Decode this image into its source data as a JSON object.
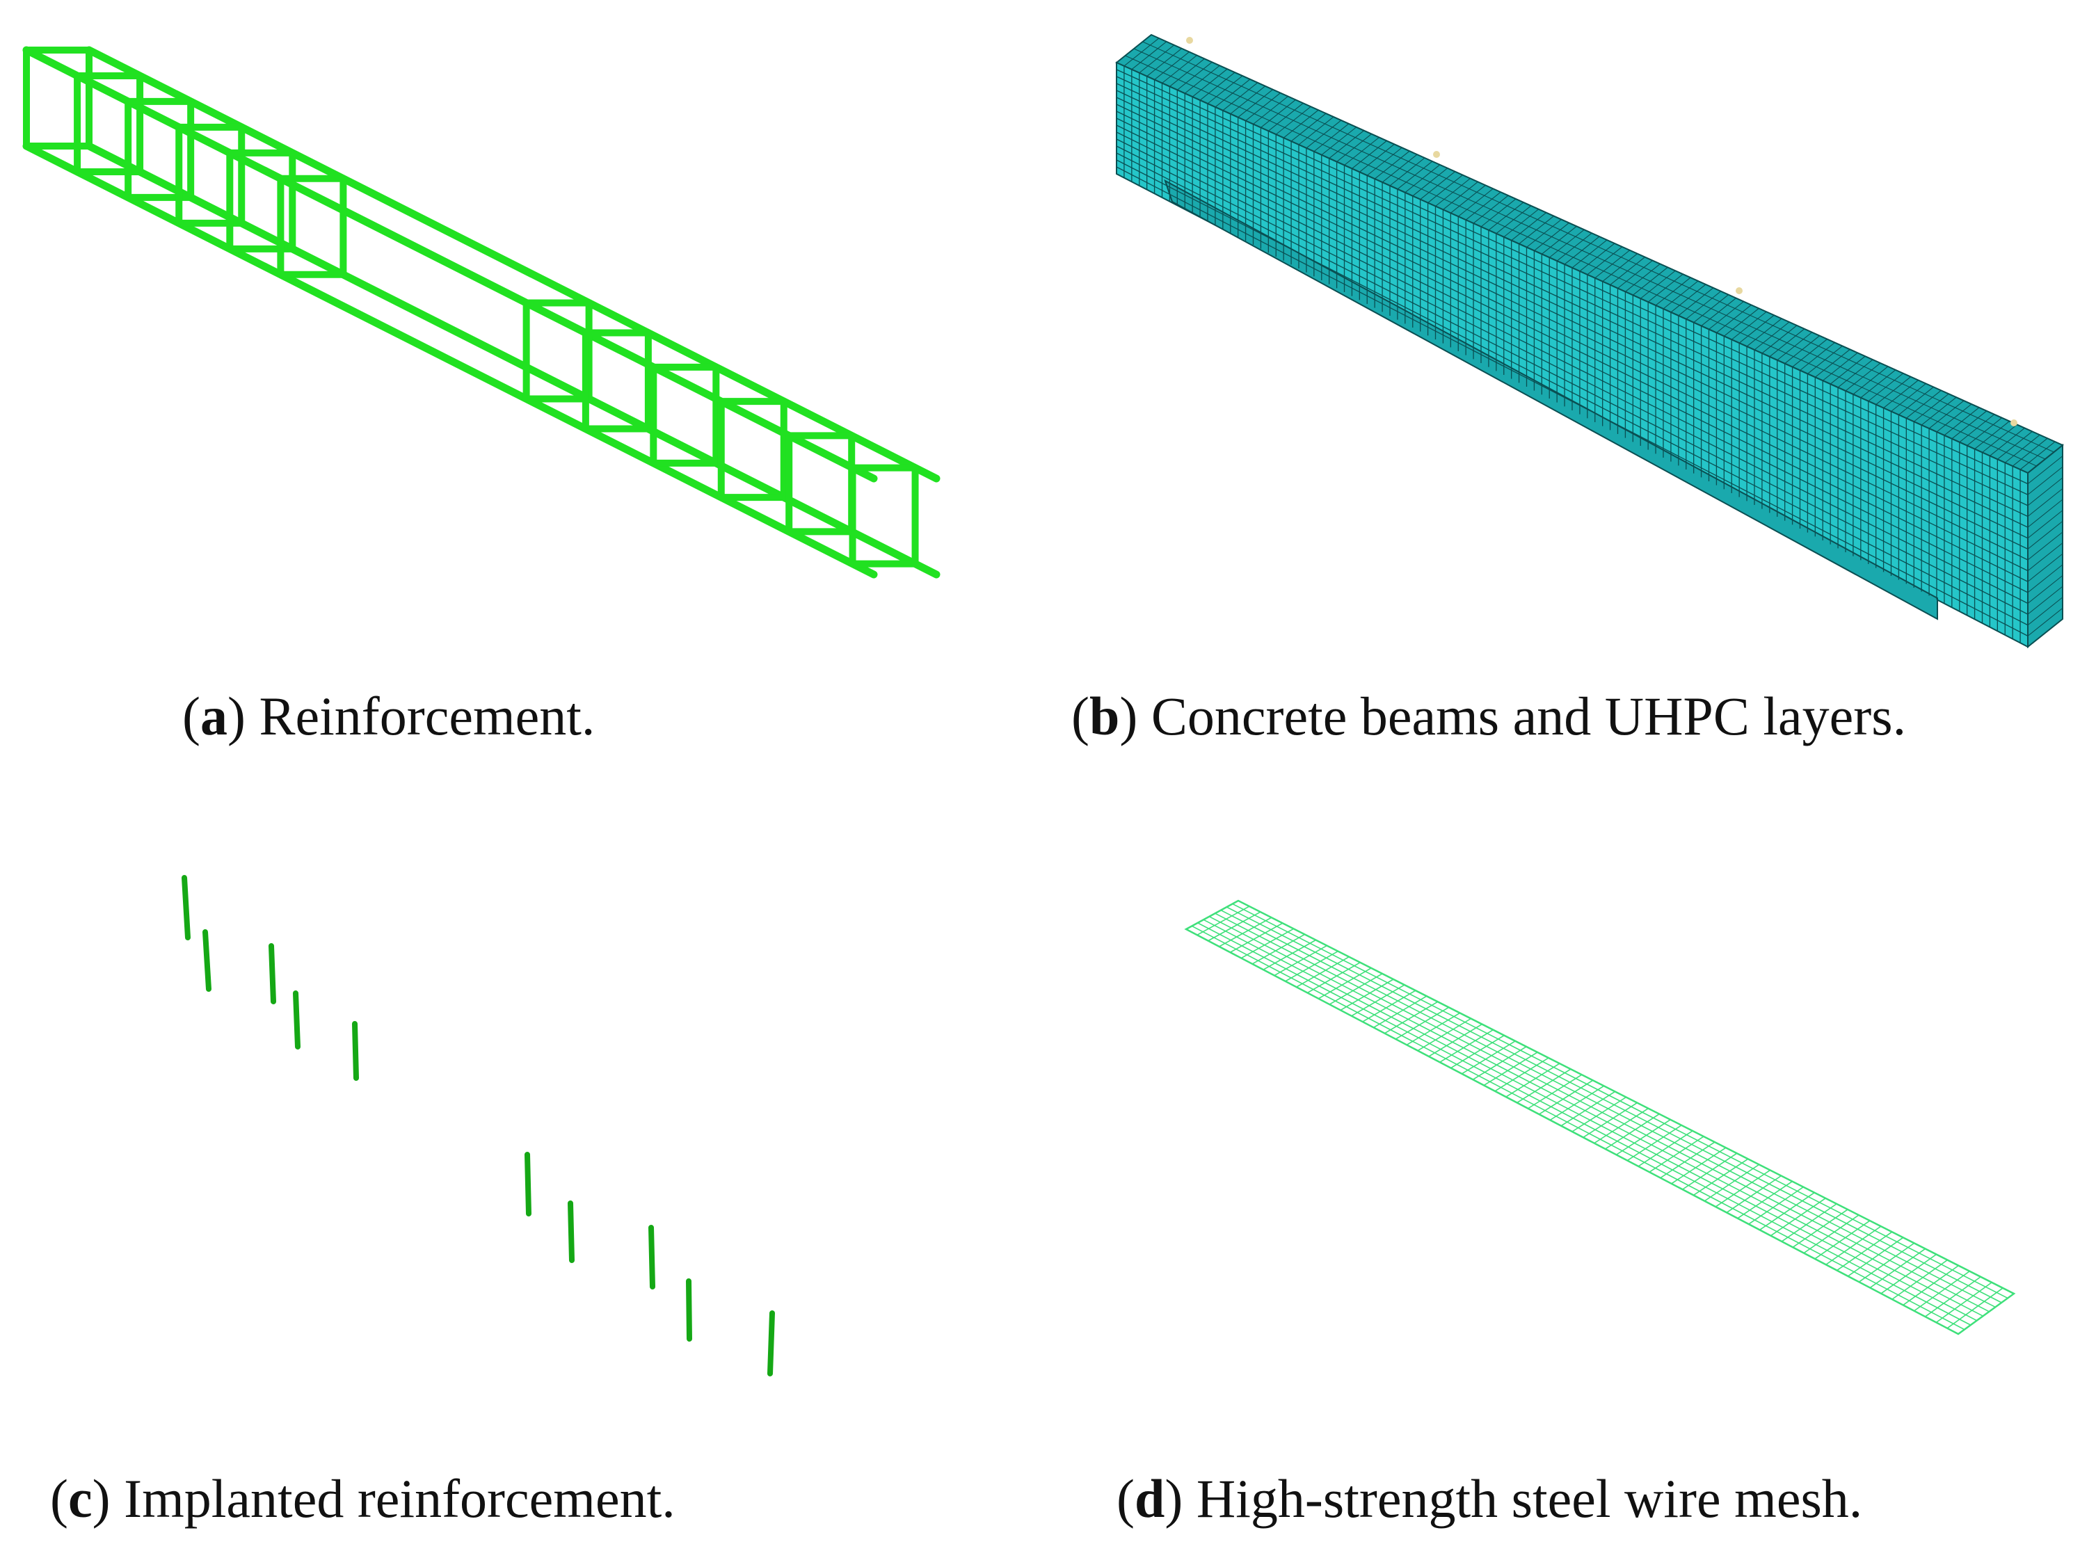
{
  "colors": {
    "rebar": "#21e121",
    "rebar_dark": "#15a815",
    "concrete_face": "#25c6c9",
    "concrete_side": "#1aa9ad",
    "mesh_line": "#0a4f52",
    "wire": "#3ee07a",
    "support": "#e8d8a0"
  },
  "panels": [
    {
      "id": "a",
      "letter": "a",
      "caption": "Reinforcement."
    },
    {
      "id": "b",
      "letter": "b",
      "caption": "Concrete beams and UHPC layers."
    },
    {
      "id": "c",
      "letter": "c",
      "caption": "Implanted reinforcement."
    },
    {
      "id": "d",
      "letter": "d",
      "caption": "High-strength steel wire mesh."
    }
  ]
}
